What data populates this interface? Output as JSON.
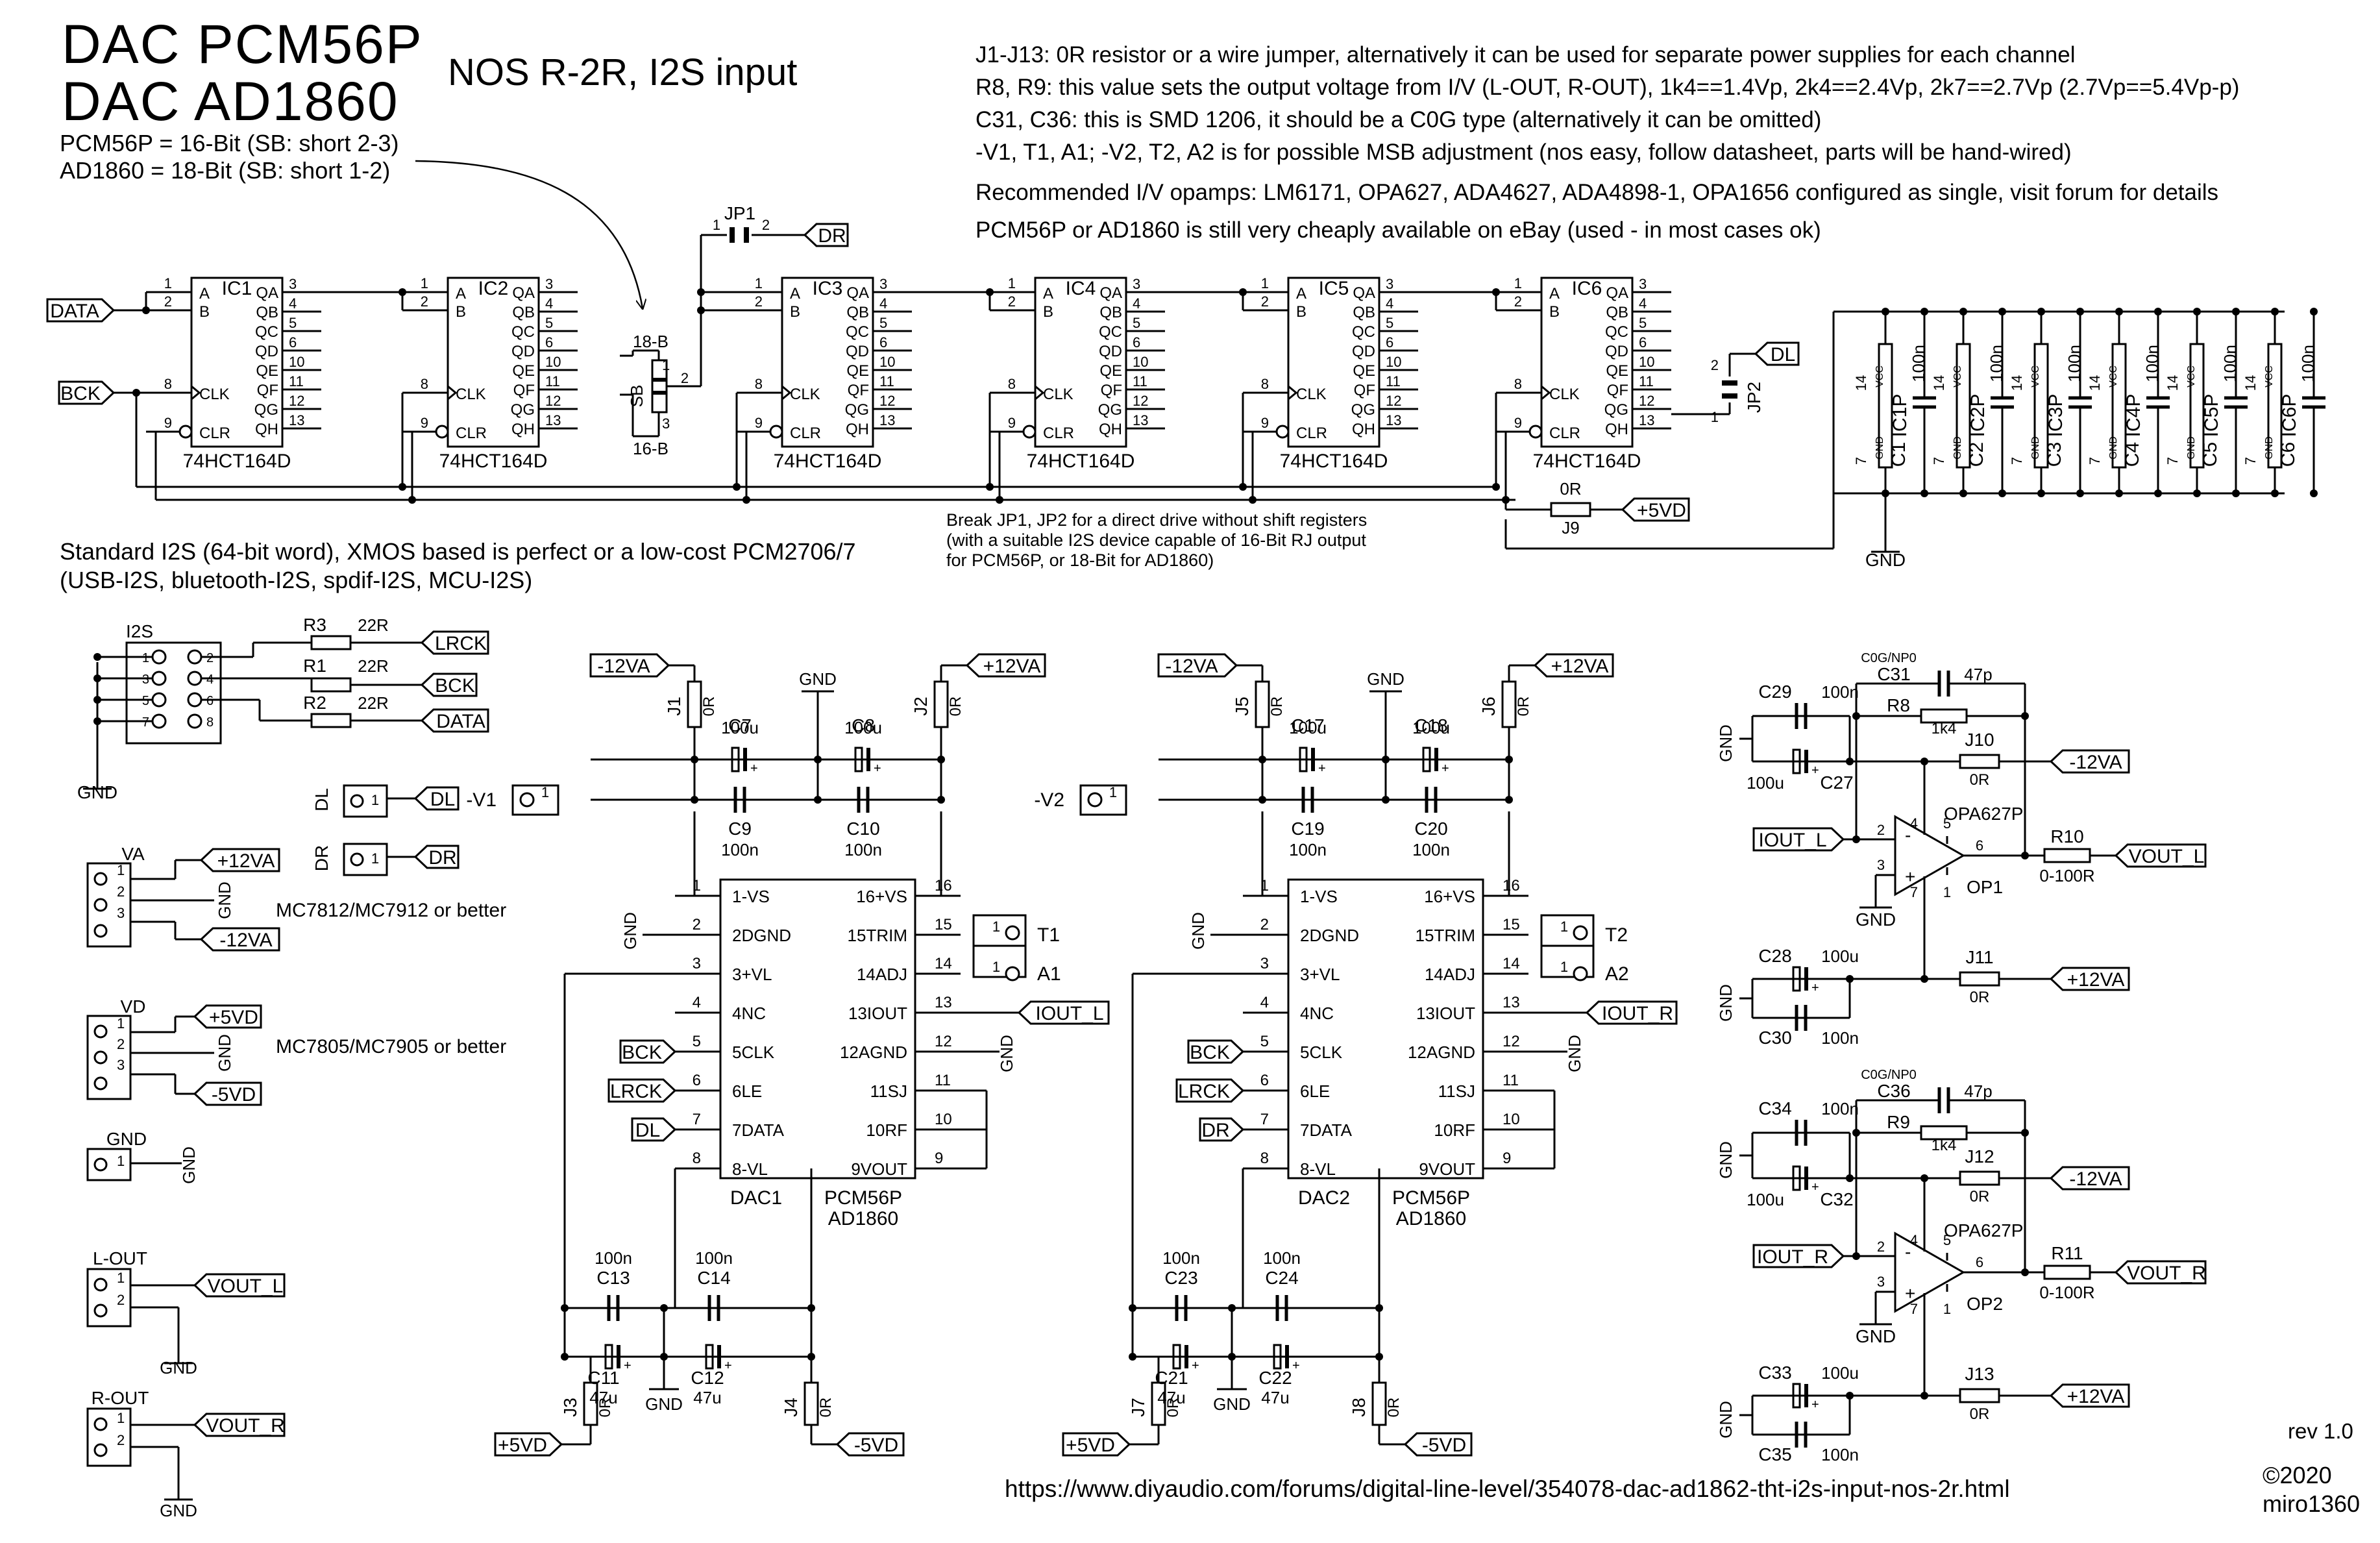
{
  "titles": {
    "line1": "DAC  PCM56P",
    "line2": "DAC  AD1860",
    "subtitle": "NOS R-2R, I2S input",
    "bits_pcm": "PCM56P = 16-Bit (SB: short 2-3)",
    "bits_ad": "AD1860  = 18-Bit (SB: short 1-2)"
  },
  "notes": [
    "J1-J13: 0R resistor or a wire jumper, alternatively it can be used for separate power supplies for each channel",
    "R8, R9: this value sets the output voltage from I/V (L-OUT, R-OUT), 1k4==1.4Vp, 2k4==2.4Vp, 2k7==2.7Vp (2.7Vp==5.4Vp-p)",
    "C31, C36: this is SMD 1206, it should be a C0G type (alternatively it can be omitted)",
    "-V1, T1, A1; -V2, T2, A2 is for possible MSB adjustment (nos easy, follow datasheet, parts will be hand-wired)",
    "Recommended I/V opamps: LM6171, OPA627, ADA4627, ADA4898-1, OPA1656 configured as single, visit forum for details",
    "PCM56P or AD1860 is still very cheaply available on eBay (used - in most cases ok)"
  ],
  "i2s_note": [
    "Standard I2S (64-bit word), XMOS based is perfect or a low-cost PCM2706/7",
    "(USB-I2S, bluetooth-I2S, spdif-I2S, MCU-I2S)"
  ],
  "break_note": [
    "Break JP1, JP2 for a direct drive without shift registers",
    "(with a suitable I2S device capable of 16-Bit RJ output",
    "for PCM56P, or 18-Bit for AD1860)"
  ],
  "footer": {
    "url": "https://www.diyaudio.com/forums/digital-line-level/354078-dac-ad1862-tht-i2s-input-nos-2r.html",
    "rev": "rev 1.0",
    "copyright": "©2020",
    "author": "miro1360"
  },
  "shift_registers": {
    "part": "74HCT164D",
    "refs": [
      "IC1",
      "IC2",
      "IC3",
      "IC4",
      "IC5",
      "IC6"
    ],
    "left_pins": [
      "A",
      "B",
      "CLK",
      "CLR"
    ],
    "left_nums": [
      "1",
      "2",
      "8",
      "9"
    ],
    "right_pins": [
      "QA",
      "QB",
      "QC",
      "QD",
      "QE",
      "QF",
      "QG",
      "QH"
    ],
    "right_nums": [
      "3",
      "4",
      "5",
      "6",
      "10",
      "11",
      "12",
      "13"
    ]
  },
  "net_labels": {
    "data": "DATA",
    "bck": "BCK",
    "lrck": "LRCK",
    "dr": "DR",
    "dl": "DL",
    "p5vd": "+5VD",
    "m5vd": "-5VD",
    "p12va": "+12VA",
    "m12va": "-12VA",
    "iout_l": "IOUT_L",
    "iout_r": "IOUT_R",
    "vout_l": "VOUT_L",
    "vout_r": "VOUT_R",
    "gnd": "GND",
    "mv1": "-V1",
    "mv2": "-V2"
  },
  "jumpers": {
    "jp1": "JP1",
    "jp2": "JP2",
    "sb": "SB",
    "sb_18": "18-B",
    "sb_16": "16-B",
    "j9": "J9",
    "j9_val": "0R",
    "n1": "1",
    "n2": "2",
    "n3": "3"
  },
  "decoupling": {
    "refs": [
      "IC1P",
      "IC2P",
      "IC3P",
      "IC4P",
      "IC5P",
      "IC6P"
    ],
    "caps": [
      "C1",
      "C2",
      "C3",
      "C4",
      "C5",
      "C6"
    ],
    "value": "100n",
    "vcc": "VCC",
    "gnd_pin": "GND",
    "pin14": "14",
    "pin7": "7"
  },
  "connectors": {
    "i2s": "I2S",
    "va": "VA",
    "vd": "VD",
    "gnd": "GND",
    "lout": "L-OUT",
    "rout": "R-OUT",
    "dl": "DL",
    "dr": "DR",
    "r1": "R1",
    "r2": "R2",
    "r3": "R3",
    "r_val": "22R",
    "reg_a": "MC7812/MC7912 or better",
    "reg_d": "MC7805/MC7905 or better"
  },
  "dac": {
    "part1": "PCM56P",
    "part2": "AD1860",
    "left_pins": [
      "1-VS",
      "2DGND",
      "3+VL",
      "4NC",
      "5CLK",
      "6LE",
      "7DATA",
      "8-VL"
    ],
    "right_pins": [
      "16+VS",
      "15TRIM",
      "14ADJ",
      "13IOUT",
      "12AGND",
      "11SJ",
      "10RF",
      "9VOUT"
    ],
    "left_nums": [
      "1",
      "2",
      "3",
      "4",
      "5",
      "6",
      "7",
      "8"
    ],
    "right_nums": [
      "16",
      "15",
      "14",
      "13",
      "12",
      "11",
      "10",
      "9"
    ],
    "ch1": {
      "ref": "DAC1",
      "ja": "J1",
      "jb": "J2",
      "jc": "J3",
      "jd": "J4",
      "jval": "0R",
      "t": "T1",
      "a": "A1",
      "c_top_l": "C7",
      "c_top_r": "C8",
      "c_top_val": "100u",
      "c_mid_l": "C9",
      "c_mid_r": "C10",
      "c_mid_val": "100n",
      "c_bot_l": "C13",
      "c_bot_r": "C14",
      "c_bot_val": "100n",
      "c_el_l": "C11",
      "c_el_r": "C12",
      "c_el_val": "47u"
    },
    "ch2": {
      "ref": "DAC2",
      "ja": "J5",
      "jb": "J6",
      "jc": "J7",
      "jd": "J8",
      "jval": "0R",
      "t": "T2",
      "a": "A2",
      "c_top_l": "C17",
      "c_top_r": "C18",
      "c_top_val": "100u",
      "c_mid_l": "C19",
      "c_mid_r": "C20",
      "c_mid_val": "100n",
      "c_bot_l": "C23",
      "c_bot_r": "C24",
      "c_bot_val": "100n",
      "c_el_l": "C21",
      "c_el_r": "C22",
      "c_el_val": "47u"
    }
  },
  "opamps": {
    "part": "OPA627P",
    "c0g": "C0G/NP0",
    "op1": {
      "ref": "OP1",
      "cf": "C31",
      "cf_val": "47p",
      "rf": "R8",
      "rf_val": "1k4",
      "j_top": "J10",
      "j_bot": "J11",
      "j_val": "0R",
      "c_a": "C29",
      "c_a_val": "100n",
      "c_b": "C27",
      "c_b_val": "100u",
      "c_c": "C28",
      "c_c_val": "100u",
      "c_d": "C30",
      "c_d_val": "100n",
      "rout": "R10",
      "rout_val": "0-100R"
    },
    "op2": {
      "ref": "OP2",
      "cf": "C36",
      "cf_val": "47p",
      "rf": "R9",
      "rf_val": "1k4",
      "j_top": "J12",
      "j_bot": "J13",
      "j_val": "0R",
      "c_a": "C34",
      "c_a_val": "100n",
      "c_b": "C32",
      "c_b_val": "100u",
      "c_c": "C33",
      "c_c_val": "100u",
      "c_d": "C35",
      "c_d_val": "100n",
      "rout": "R11",
      "rout_val": "0-100R"
    },
    "pins": {
      "p2": "2",
      "p3": "3",
      "p4": "4",
      "p5": "5",
      "p6": "6",
      "p7": "7",
      "p1": "1"
    },
    "minus": "-",
    "plus": "+"
  }
}
